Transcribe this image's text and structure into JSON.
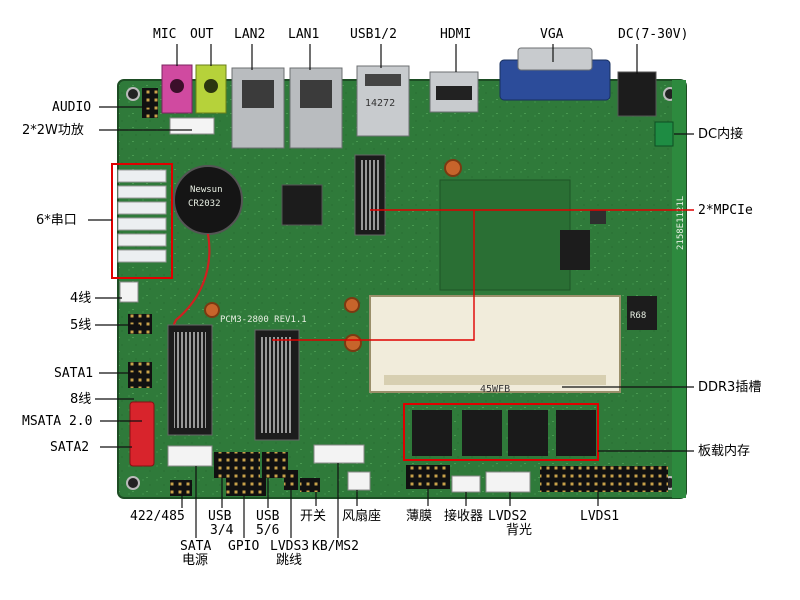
{
  "board": {
    "model_silk": "PCM3-2800 REV1.1",
    "side_silk": "2158E1121L",
    "usb_chip_text": "14272",
    "dimm_text": "45WFB",
    "battery_text": "CR2032",
    "battery_brand": "Newsun",
    "inductor_text": "R68"
  },
  "labels": {
    "mic": "MIC",
    "out": "OUT",
    "lan2": "LAN2",
    "lan1": "LAN1",
    "usb12": "USB1/2",
    "hdmi": "HDMI",
    "vga": "VGA",
    "dc_in": "DC(7-30V)",
    "audio": "AUDIO",
    "amp": "2*2W功放",
    "dc_header": "DC内接",
    "serial": "6*串口",
    "mpcie": "2*MPCIe",
    "w4": "4线",
    "w5": "5线",
    "sata1": "SATA1",
    "w8": "8线",
    "msata": "MSATA 2.0",
    "sata2": "SATA2",
    "ddr3": "DDR3插槽",
    "onboard_mem": "板载内存",
    "rs422": "422/485",
    "usb34_a": "USB",
    "usb34_b": "3/4",
    "sata_pwr_a": "SATA",
    "sata_pwr_b": "电源",
    "gpio": "GPIO",
    "usb56_a": "USB",
    "usb56_b": "5/6",
    "lvds3_a": "LVDS3",
    "lvds3_b": "跳线",
    "power_sw": "开关",
    "kbms_a": "风扇座",
    "kbms_b": "KB/MS2",
    "membrane": "薄膜",
    "receiver": "接收器",
    "lvds2_a": "LVDS2",
    "lvds2_b": "背光",
    "lvds1": "LVDS1"
  },
  "colors": {
    "pcb": "#2f7a3a",
    "pcb_dark": "#245f2d",
    "mic_jack": "#d04aa0",
    "out_jack": "#b6d23a",
    "vga_blue": "#2c4c9a",
    "leader": "#e00000",
    "label": "#000000"
  }
}
